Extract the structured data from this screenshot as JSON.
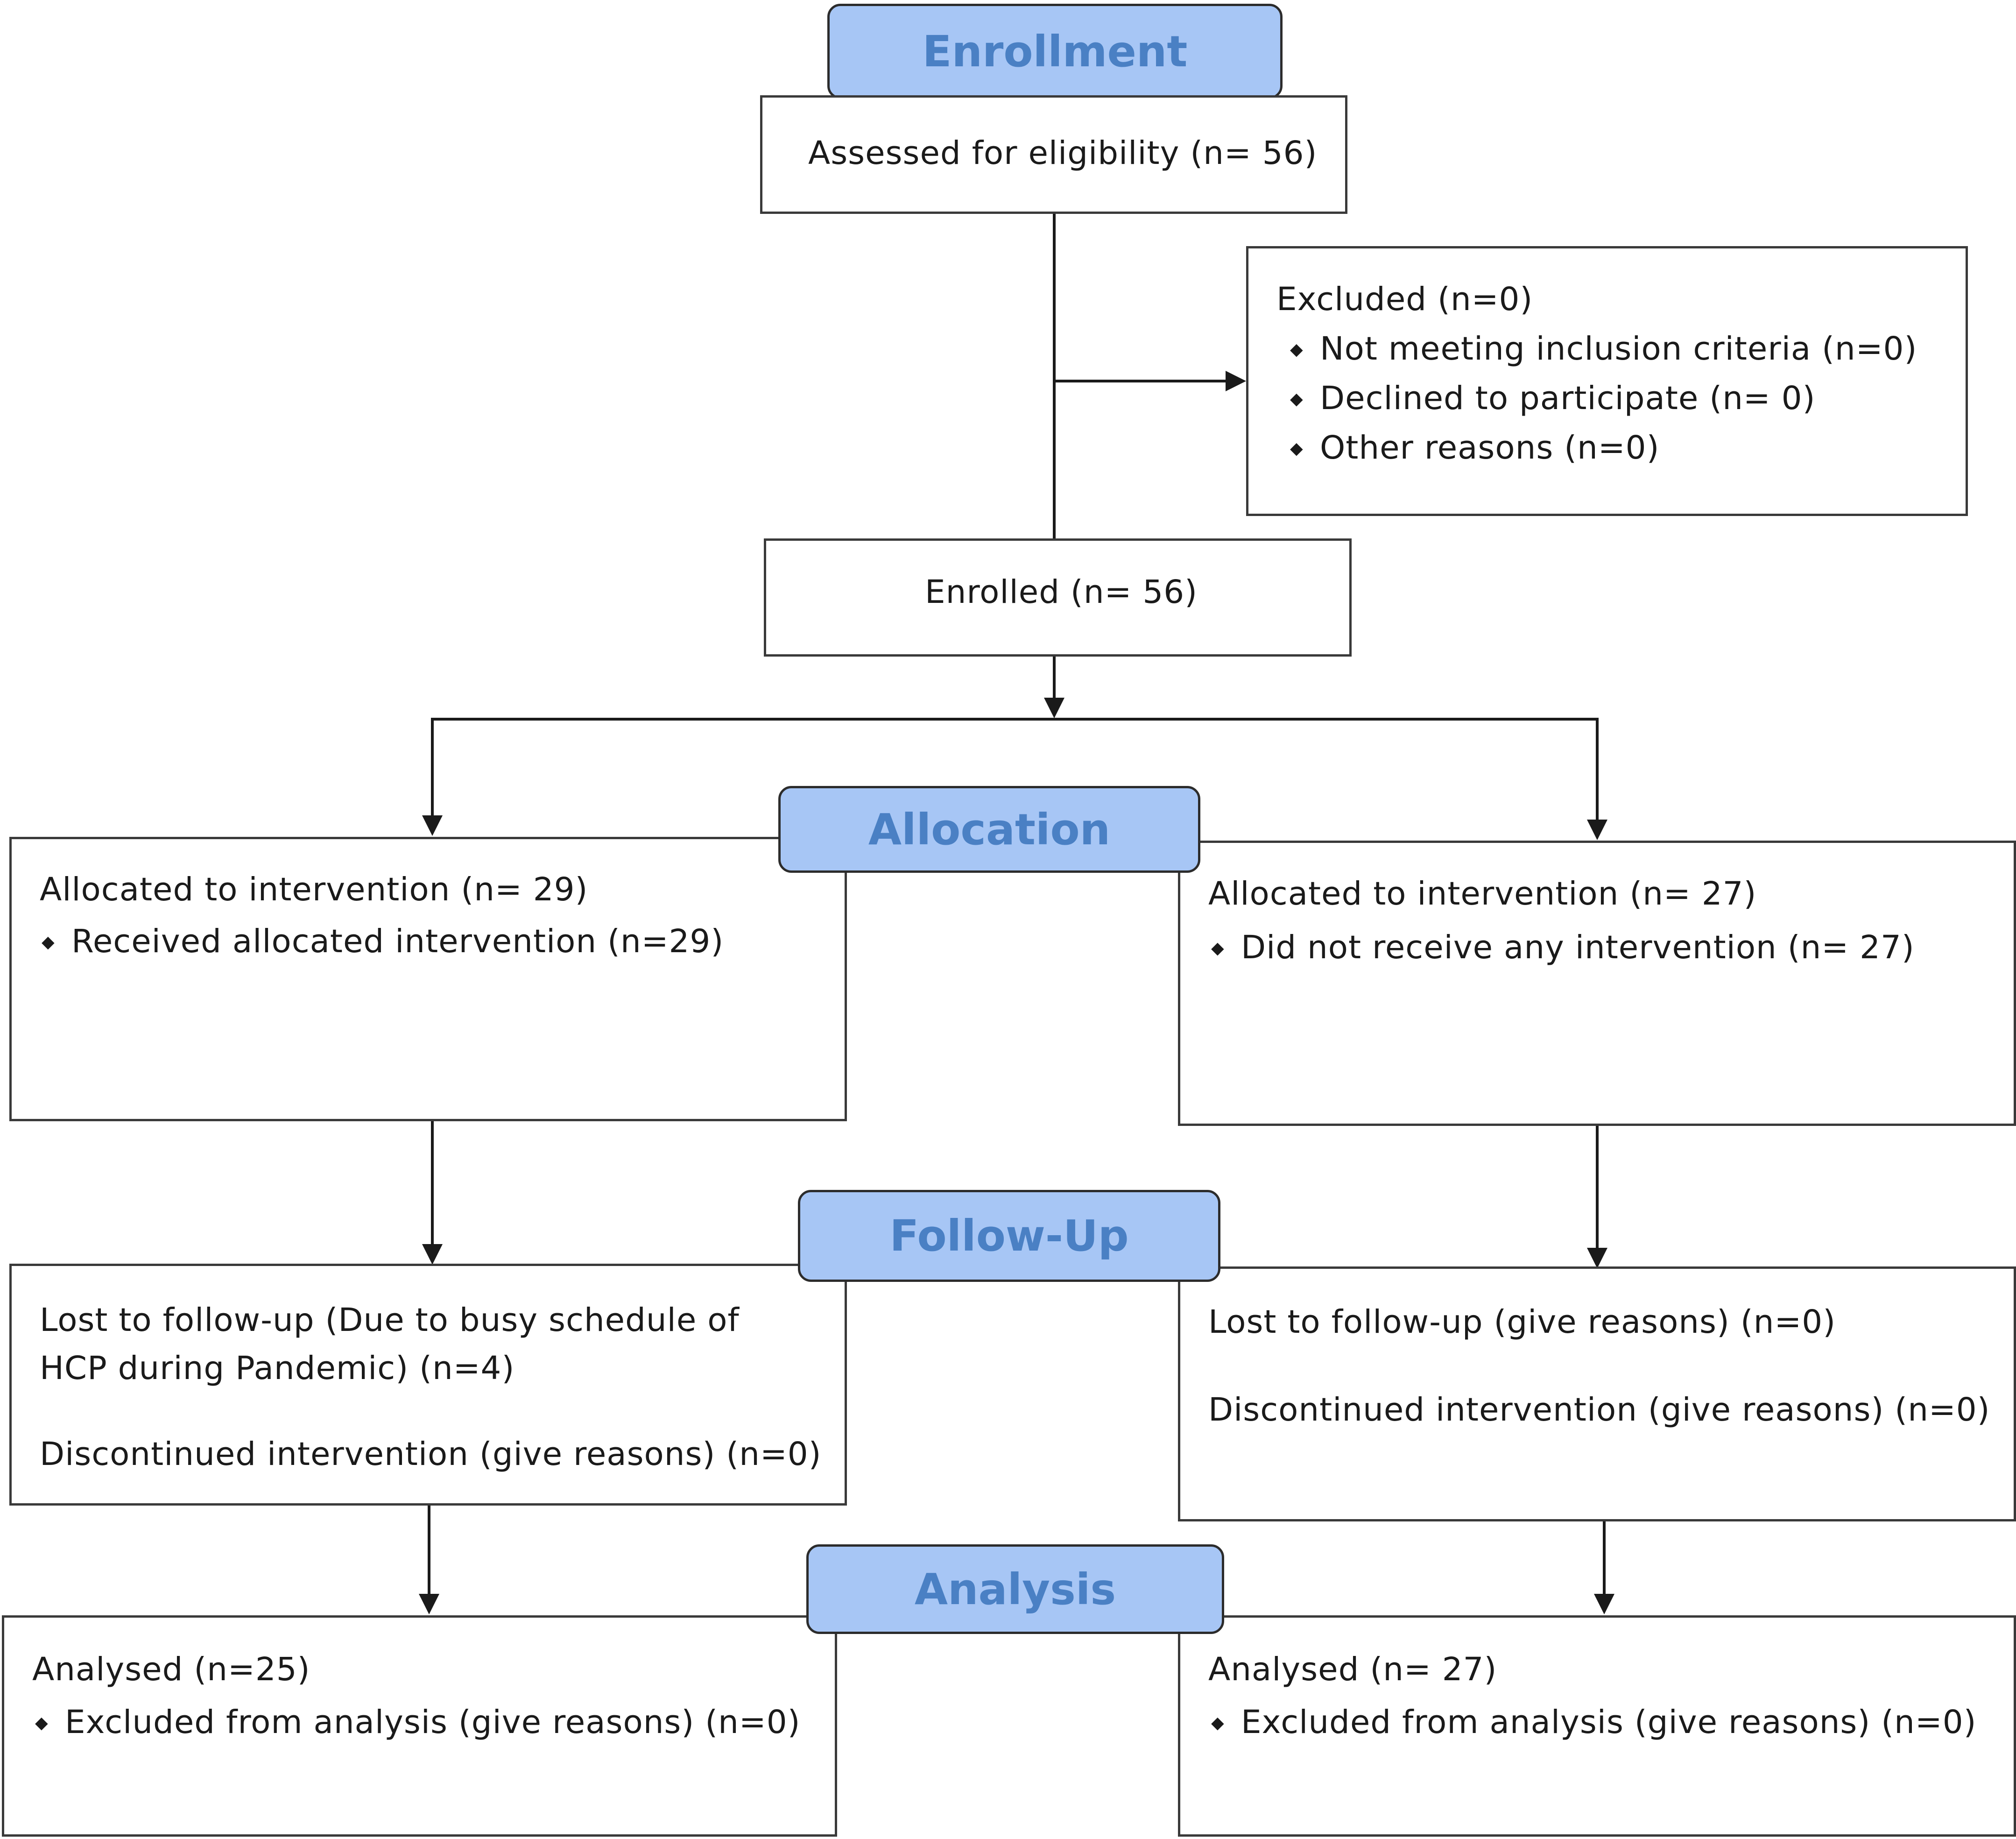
{
  "stages": {
    "enrollment": "Enrollment",
    "allocation": "Allocation",
    "follow_up": "Follow-Up",
    "analysis": "Analysis"
  },
  "enrollment": {
    "assessed": "Assessed for eligibility (n= 56)",
    "excluded": {
      "title": "Excluded (n=0)",
      "items": [
        "Not meeting inclusion criteria (n=0)",
        "Declined to participate (n= 0)",
        "Other reasons (n=0)"
      ]
    },
    "enrolled": "Enrolled (n= 56)"
  },
  "allocation": {
    "left": {
      "title": "Allocated to intervention (n= 29)",
      "bullet": "Received allocated intervention (n=29)"
    },
    "right": {
      "title": "Allocated to intervention (n= 27)",
      "bullet": "Did not receive any intervention (n= 27)"
    }
  },
  "follow_up": {
    "left": {
      "lost_line1": "Lost to follow-up (Due to busy schedule of",
      "lost_line2": "HCP during Pandemic) (n=4)",
      "discontinued": "Discontinued intervention (give reasons) (n=0)"
    },
    "right": {
      "lost": "Lost to follow-up (give reasons) (n=0)",
      "discontinued": "Discontinued intervention (give reasons) (n=0)"
    }
  },
  "analysis": {
    "left": {
      "title": "Analysed (n=25)",
      "bullet": "Excluded from analysis (give reasons) (n=0)"
    },
    "right": {
      "title": "Analysed (n= 27)",
      "bullet": "Excluded from analysis (give reasons) (n=0)"
    }
  },
  "colors": {
    "stage_fill": "#a7c6f5",
    "stage_text": "#4a80c4",
    "lines": "#1a1a1a",
    "box_border": "#3a3a3a"
  }
}
